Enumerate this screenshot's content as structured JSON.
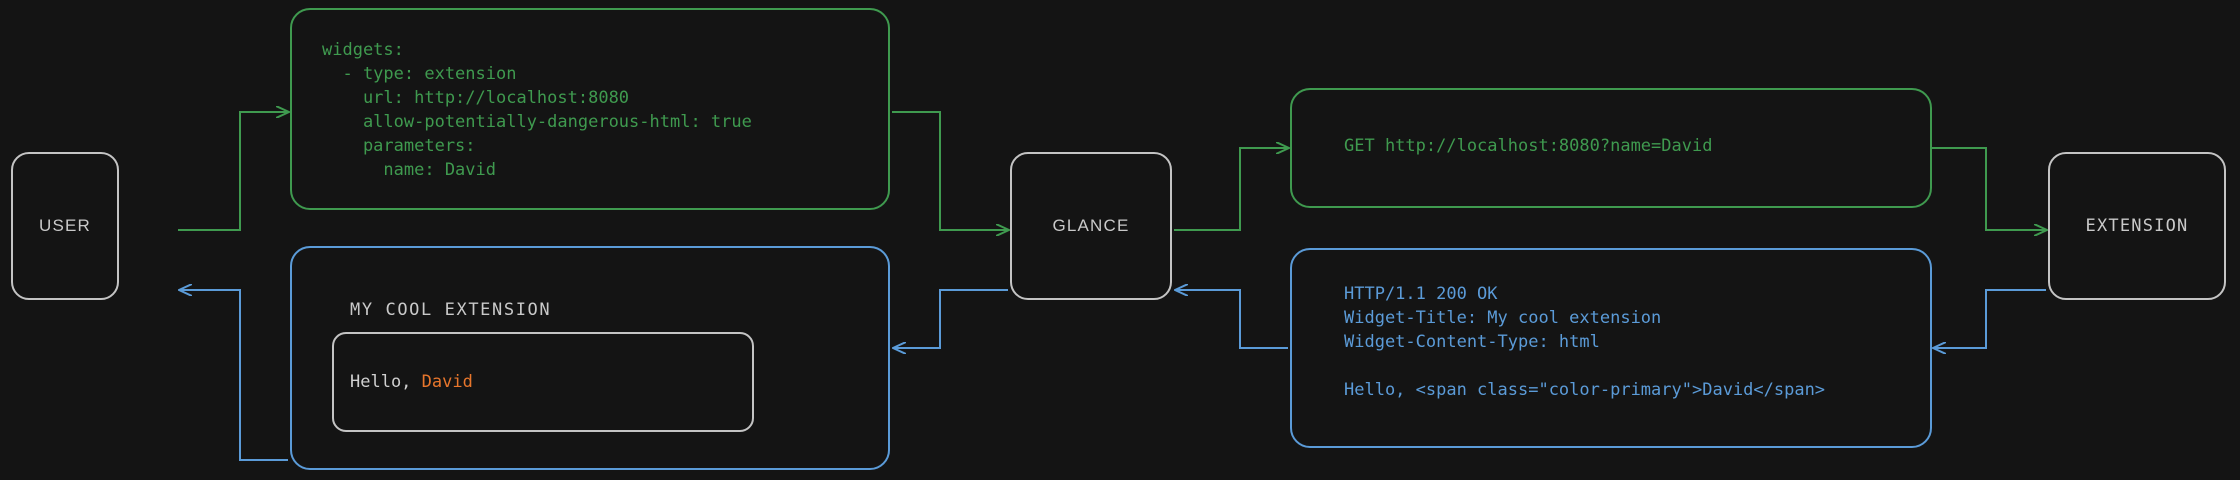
{
  "colors": {
    "background": "#141414",
    "request_green": "#3f9a4f",
    "response_blue": "#5b9bd8",
    "node_border": "#c4c4c4",
    "node_text": "#c9c9c9",
    "accent_orange": "#e8762c",
    "body_text": "#d0d0d0"
  },
  "nodes": {
    "user": {
      "label": "USER"
    },
    "glance": {
      "label": "GLANCE"
    },
    "extension": {
      "label": "EXTENSION"
    }
  },
  "panels": {
    "config_yaml": {
      "role": "request",
      "color": "#3f9a4f",
      "lines": [
        "widgets:",
        "  - type: extension",
        "    url: http://localhost:8080",
        "    allow-potentially-dangerous-html: true",
        "    parameters:",
        "      name: David"
      ],
      "text": "widgets:\n  - type: extension\n    url: http://localhost:8080\n    allow-potentially-dangerous-html: true\n    parameters:\n      name: David"
    },
    "http_request": {
      "role": "request",
      "color": "#3f9a4f",
      "lines": [
        "GET http://localhost:8080?name=David"
      ],
      "text": "GET http://localhost:8080?name=David"
    },
    "http_response": {
      "role": "response",
      "color": "#5b9bd8",
      "lines": [
        "HTTP/1.1 200 OK",
        "Widget-Title: My cool extension",
        "Widget-Content-Type: html",
        "",
        "Hello, <span class=\"color-primary\">David</span>"
      ],
      "text": "HTTP/1.1 200 OK\nWidget-Title: My cool extension\nWidget-Content-Type: html\n\nHello, <span class=\"color-primary\">David</span>"
    },
    "rendered_widget": {
      "role": "response",
      "color": "#5b9bd8",
      "title": "MY COOL EXTENSION",
      "body_prefix": "Hello, ",
      "body_accent": "David"
    }
  },
  "connections": [
    {
      "name": "user-to-config",
      "from": "USER",
      "to": "config_yaml",
      "direction": "right",
      "color": "#3f9a4f"
    },
    {
      "name": "config-to-glance",
      "from": "config_yaml",
      "to": "GLANCE",
      "direction": "right",
      "color": "#3f9a4f"
    },
    {
      "name": "glance-to-request",
      "from": "GLANCE",
      "to": "http_request",
      "direction": "right",
      "color": "#3f9a4f"
    },
    {
      "name": "request-to-ext",
      "from": "http_request",
      "to": "EXTENSION",
      "direction": "right",
      "color": "#3f9a4f"
    },
    {
      "name": "ext-to-response",
      "from": "EXTENSION",
      "to": "http_response",
      "direction": "left",
      "color": "#5b9bd8"
    },
    {
      "name": "response-to-glance",
      "from": "http_response",
      "to": "GLANCE",
      "direction": "left",
      "color": "#5b9bd8"
    },
    {
      "name": "glance-to-widget",
      "from": "GLANCE",
      "to": "rendered_widget",
      "direction": "left",
      "color": "#5b9bd8"
    },
    {
      "name": "widget-to-user",
      "from": "rendered_widget",
      "to": "USER",
      "direction": "left",
      "color": "#5b9bd8"
    }
  ]
}
